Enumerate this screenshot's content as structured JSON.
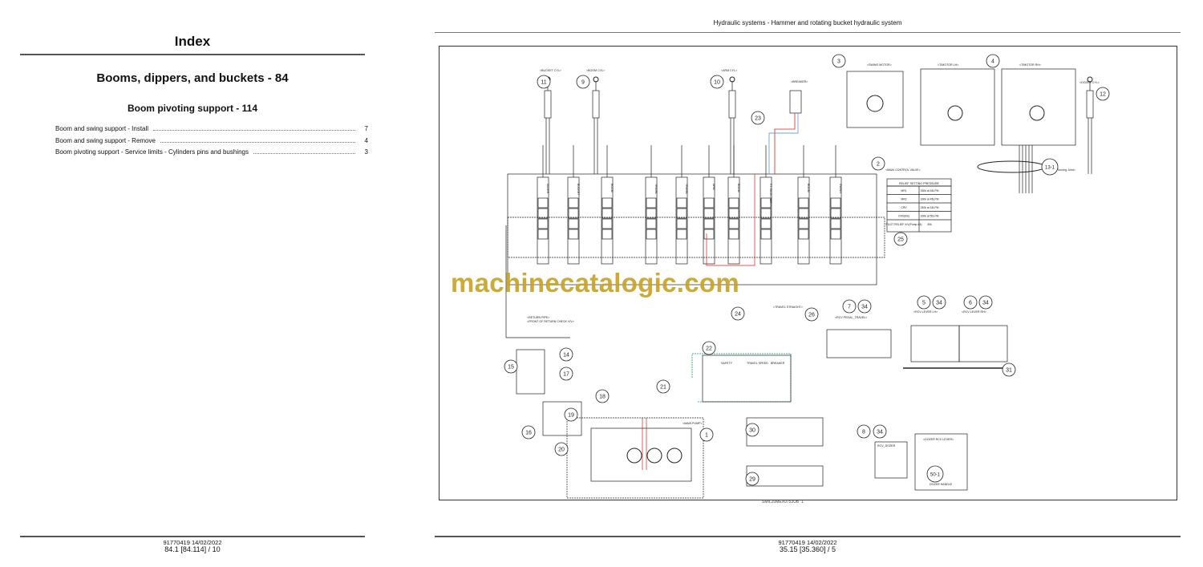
{
  "left_page": {
    "title": "Index",
    "section": "Booms, dippers, and buckets - 84",
    "subsection": "Boom pivoting support - 114",
    "toc": [
      {
        "label": "Boom and swing support - Install",
        "page": "7"
      },
      {
        "label": "Boom and swing support - Remove",
        "page": "4"
      },
      {
        "label": "Boom pivoting support - Service limits - Cylinders pins and bushings",
        "page": "3"
      }
    ],
    "footer_doc": "91770419 14/02/2022",
    "footer_page": "84.1 [84.114] / 10"
  },
  "right_page": {
    "title": "Hydraulic systems - Hammer and rotating bucket hydraulic system",
    "footer_doc": "91770419 14/02/2022",
    "footer_page": "35.15 [35.360] / 5",
    "figure_id": "SMIL20MEX0753UB",
    "figure_num": "1",
    "watermark": "machinecatalogic.com"
  },
  "diagram": {
    "callouts": [
      "11",
      "9",
      "10",
      "3",
      "4",
      "12",
      "23",
      "2",
      "13-1",
      "25",
      "7",
      "34",
      "24",
      "26",
      "5",
      "34",
      "6",
      "34",
      "22",
      "14",
      "15",
      "17",
      "18",
      "21",
      "19",
      "16",
      "1",
      "20",
      "30",
      "8",
      "34",
      "31",
      "29",
      "50-1"
    ],
    "labels": [
      "<BUCKET CYL>",
      "<BOOM CYL>",
      "<ARM CYL>",
      "<BREAKER>",
      "<SWING MOTOR>",
      "<T/MOTOR LH>",
      "<T/MOTOR RH>",
      "<DOZER CYL>",
      "<MAIN CONTROL VALVE>",
      "<Turning Joint>",
      "<MAIN PUMP>",
      "<RCV LEVER LH>",
      "<RCV LEVER RH>",
      "<RCV PEDAL_TRAVEL>",
      "RCV_DOZER",
      "<DOZER RCV LEVER>",
      "DOZER HANDLE",
      "<RETURN PIPE>",
      "<FRONT OF RETURN CHECK V/V>",
      "<TRAVEL STRAIGHT>",
      "SAFETY",
      "TRAVEL SPEED",
      "BREAKER"
    ],
    "spools": [
      "DOZER",
      "BUCKET",
      "BOOM",
      "TRAVEL",
      "TRAVEL",
      "ARM",
      "BOOM",
      "P3 SELECTOR",
      "BOOM",
      "SWING"
    ],
    "relief_table": {
      "title": "RELIEF SETTING PRESSURE",
      "rows": [
        [
          "MR1",
          "330k at 45LPM"
        ],
        [
          "MR2",
          "330k at 45LPM"
        ],
        [
          "CRV",
          "240k at 15LPM"
        ],
        [
          "CRV(BS)",
          "160k at 50LPM"
        ],
        [
          "PILOT RELIEF V/V(Pump A4)",
          "30k"
        ]
      ]
    },
    "colors": {
      "pressure_line": "#d62020",
      "pilot_line": "#1aa05a",
      "line": "#222222",
      "accent_line": "#3a8ad6"
    }
  }
}
